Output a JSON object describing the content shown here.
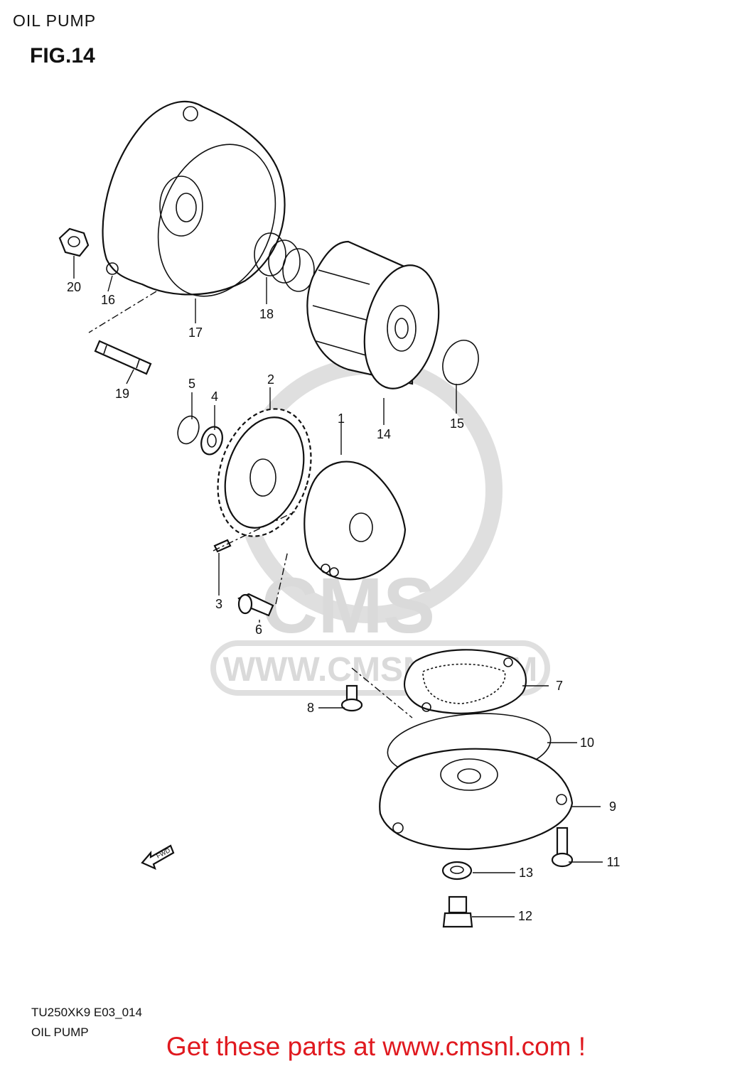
{
  "header": {
    "page_title": "OIL PUMP",
    "figure": "FIG.14"
  },
  "footer": {
    "code": "TU250XK9 E03_014",
    "title": "OIL PUMP",
    "promo": "Get these parts at www.cmsnl.com !"
  },
  "watermark": {
    "logo": "CMS",
    "url": "WWW.CMSNL.COM"
  },
  "fwd_label": "FWD",
  "callouts": [
    "1",
    "2",
    "3",
    "4",
    "5",
    "6",
    "7",
    "8",
    "9",
    "10",
    "11",
    "12",
    "13",
    "14",
    "15",
    "16",
    "17",
    "18",
    "19",
    "20"
  ],
  "colors": {
    "promo": "#e0191f",
    "line": "#111111",
    "watermark": "#d6d6d6"
  }
}
